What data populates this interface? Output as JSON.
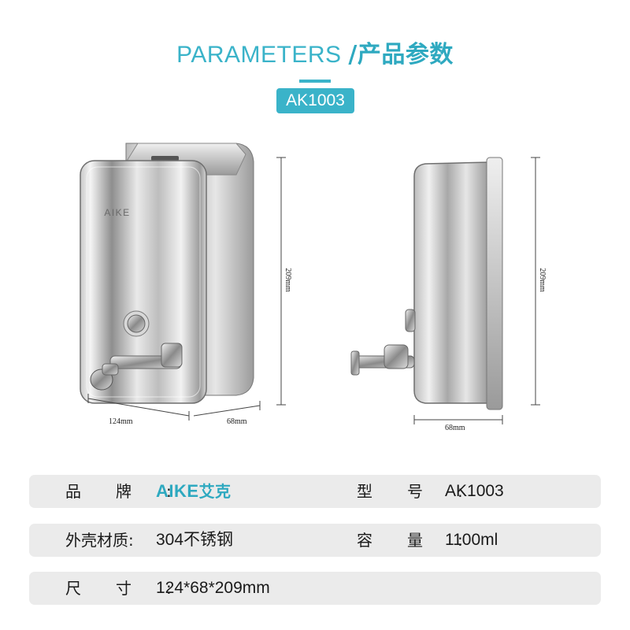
{
  "header": {
    "title_en": "PARAMETERS",
    "title_zh": "/产品参数",
    "model_badge": "AK1003"
  },
  "product": {
    "front_logo": "AIKE",
    "front_dims": {
      "height": "209mm",
      "width": "124mm",
      "depth": "68mm"
    },
    "side_dims": {
      "height": "209mm",
      "depth": "68mm"
    }
  },
  "specs": {
    "brand_label": "品牌:",
    "brand_value_en": "AIKE",
    "brand_value_zh": "艾克",
    "model_label": "型号:",
    "model_value": "AK1003",
    "material_label": "外壳材质:",
    "material_value": "304不锈钢",
    "capacity_label": "容量:",
    "capacity_value": "1100ml",
    "size_label": "尺寸:",
    "size_value": "124*68*209mm"
  },
  "colors": {
    "accent": "#3ab3c9",
    "row_bg": "#ebebeb"
  }
}
